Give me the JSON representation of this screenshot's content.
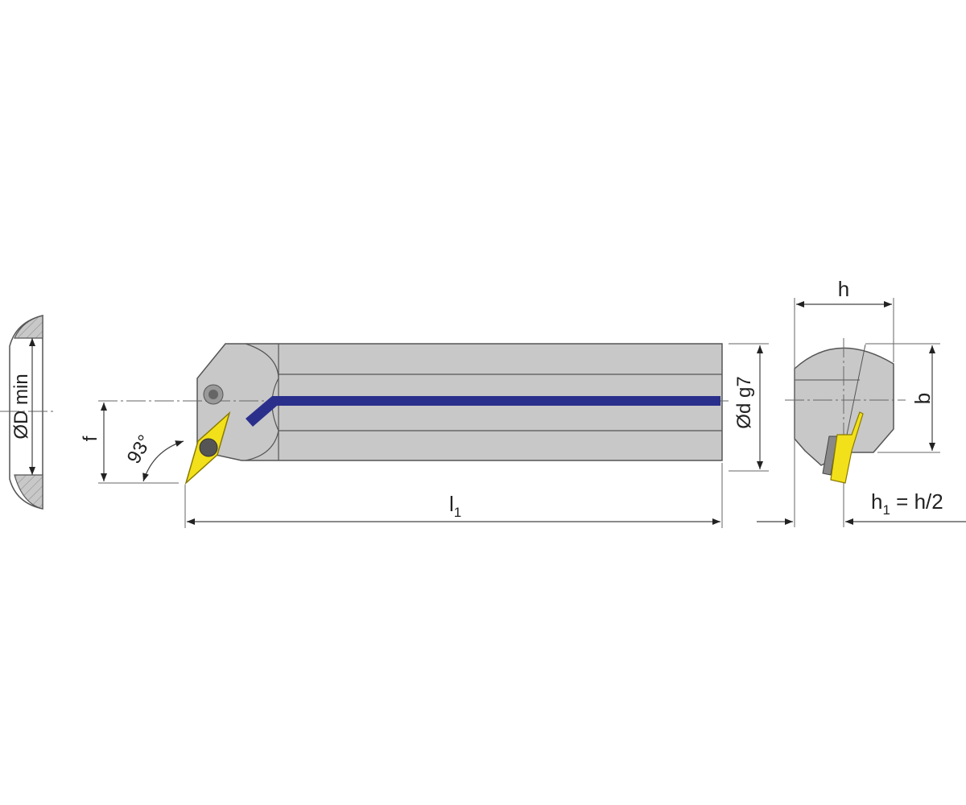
{
  "labels": {
    "bore_min": "ØD min",
    "f": "f",
    "angle": "93°",
    "length_main": "l",
    "length_sub": "1",
    "shank_diameter": "Ød g7",
    "h": "h",
    "b": "b",
    "h1_main": "h",
    "h1_sub": "1",
    "h1_rest": " = h/2"
  },
  "colors": {
    "body": "#c8c8c8",
    "insert": "#f2e01a",
    "coolant": "#2b2f8c",
    "outline": "#555555"
  }
}
